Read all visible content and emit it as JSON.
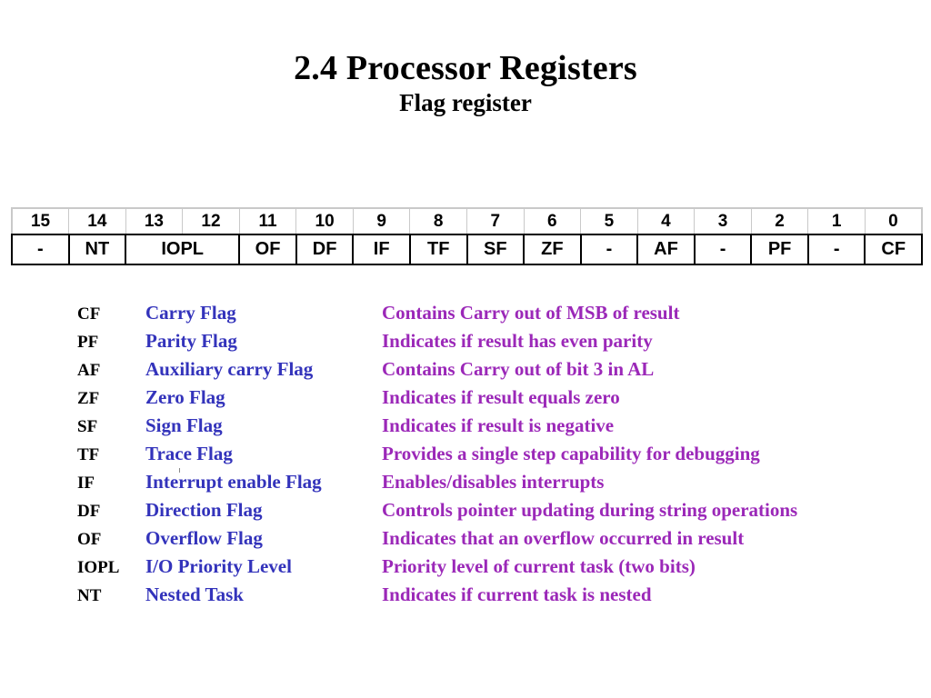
{
  "slide": {
    "title": "2.4 Processor Registers",
    "subtitle": "Flag register"
  },
  "colors": {
    "title": "#000000",
    "flag_name": "#3333bb",
    "description": "#9b28b8",
    "table_border": "#000000",
    "header_border": "#c9c9c9",
    "background": "#ffffff"
  },
  "bit_table": {
    "bit_numbers": [
      "15",
      "14",
      "13",
      "12",
      "11",
      "10",
      "9",
      "8",
      "7",
      "6",
      "5",
      "4",
      "3",
      "2",
      "1",
      "0"
    ],
    "cells": [
      {
        "label": "-",
        "span": 1
      },
      {
        "label": "NT",
        "span": 1
      },
      {
        "label": "IOPL",
        "span": 2
      },
      {
        "label": "OF",
        "span": 1
      },
      {
        "label": "DF",
        "span": 1
      },
      {
        "label": "IF",
        "span": 1
      },
      {
        "label": "TF",
        "span": 1
      },
      {
        "label": "SF",
        "span": 1
      },
      {
        "label": "ZF",
        "span": 1
      },
      {
        "label": "-",
        "span": 1
      },
      {
        "label": "AF",
        "span": 1
      },
      {
        "label": "-",
        "span": 1
      },
      {
        "label": "PF",
        "span": 1
      },
      {
        "label": "-",
        "span": 1
      },
      {
        "label": "CF",
        "span": 1
      }
    ]
  },
  "legend": {
    "rows": [
      {
        "abbr": "CF",
        "name": "Carry Flag",
        "description": "Contains Carry out of MSB of result"
      },
      {
        "abbr": "PF",
        "name": "Parity Flag",
        "description": "Indicates if result has even parity"
      },
      {
        "abbr": "AF",
        "name": "Auxiliary carry Flag",
        "description": "Contains Carry out of bit 3 in AL"
      },
      {
        "abbr": "ZF",
        "name": "Zero Flag",
        "description": "Indicates if result equals zero"
      },
      {
        "abbr": "SF",
        "name": "Sign Flag",
        "description": "Indicates if result is negative"
      },
      {
        "abbr": "TF",
        "name": "Trace Flag",
        "description": "Provides a single step capability for debugging"
      },
      {
        "abbr": "IF",
        "name": "Interrupt enable Flag",
        "description": "Enables/disables interrupts"
      },
      {
        "abbr": "DF",
        "name": "Direction Flag",
        "description": "Controls pointer updating during string operations"
      },
      {
        "abbr": "OF",
        "name": "Overflow Flag",
        "description": "Indicates that an overflow occurred in result"
      },
      {
        "abbr": "IOPL",
        "name": "I/O Priority Level",
        "description": "Priority level of current task (two bits)"
      },
      {
        "abbr": "NT",
        "name": "Nested Task",
        "description": "Indicates if current task is nested"
      }
    ]
  }
}
